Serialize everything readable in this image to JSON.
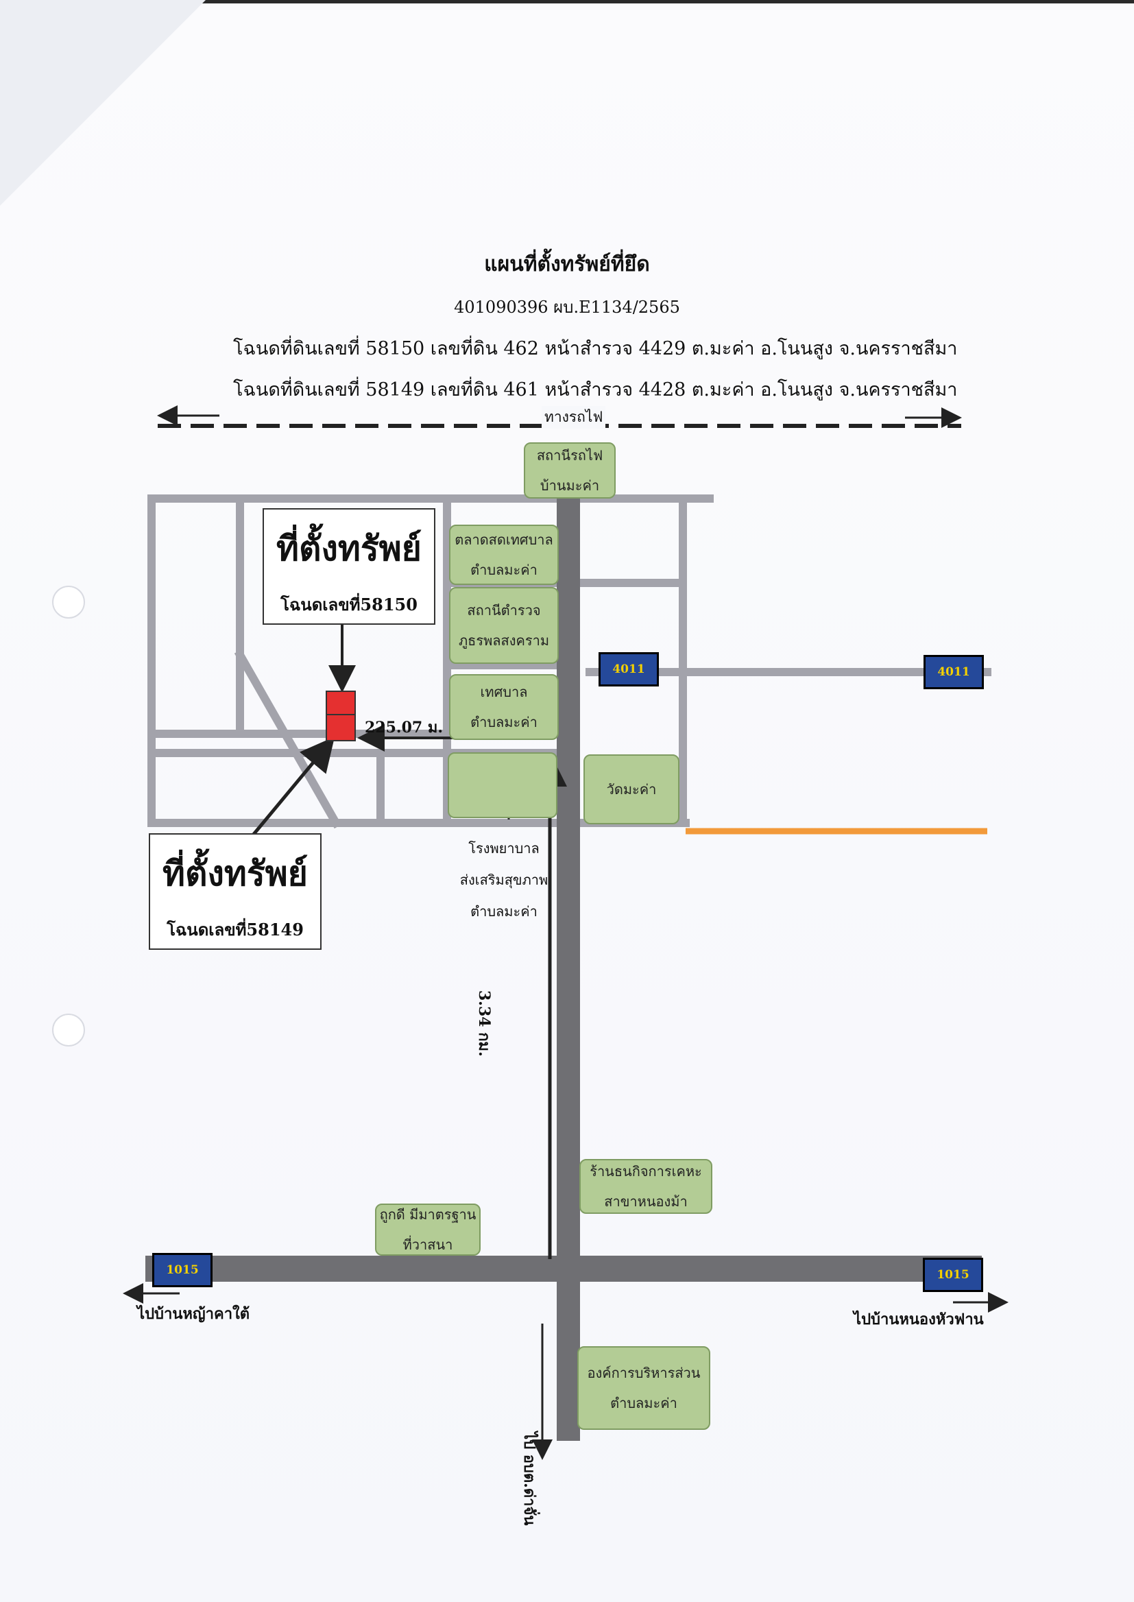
{
  "document": {
    "title": "แผนที่ตั้งทรัพย์ที่ยึด",
    "case_number": "401090396 ผบ.E1134/2565",
    "deed_lines": [
      "โฉนดที่ดินเลขที่ 58150 เลขที่ดิน 462 หน้าสำรวจ 4429 ต.มะค่า อ.โนนสูง จ.นครราชสีมา",
      "โฉนดที่ดินเลขที่ 58149 เลขที่ดิน 461 หน้าสำรวจ 4428 ต.มะค่า อ.โนนสูง จ.นครราชสีมา"
    ]
  },
  "map": {
    "railway_label": "ทางรถไฟ",
    "properties": [
      {
        "title": "ที่ตั้งทรัพย์",
        "deed": "โฉนดเลขที่58150"
      },
      {
        "title": "ที่ตั้งทรัพย์",
        "deed": "โฉนดเลขที่58149"
      }
    ],
    "places": {
      "station": [
        "สถานีรถไฟ",
        "บ้านมะค่า"
      ],
      "market": [
        "ตลาดสดเทศบาล",
        "ตำบลมะค่า"
      ],
      "police": [
        "สถานีตำรวจ",
        "ภูธรพลสงคราม"
      ],
      "municipality": [
        "เทศบาล",
        "ตำบลมะค่า"
      ],
      "temple": [
        "วัดมะค่า"
      ],
      "hospital": [
        "โรงพยาบาล",
        "ส่งเสริมสุขภาพ",
        "ตำบลมะค่า"
      ],
      "shop": [
        "ร้านธนกิจการเคหะ",
        "สาขาหนองม้า"
      ],
      "clinic": [
        "ถูกดี มีมาตรฐาน",
        "ที่วาสนา"
      ],
      "sao": [
        "องค์การบริหารส่วน",
        "ตำบลมะค่า"
      ]
    },
    "distances": {
      "to_property": "225.07 ม.",
      "main_road": "3.34 กม."
    },
    "route_shields": {
      "road_4011": "4011",
      "road_1015": "1015"
    },
    "directions": {
      "west": "ไปบ้านหญ้าคาใต้",
      "east": "ไปบ้านหนองหัวฟาน",
      "south": "ไป อบต.ด่าจั่น"
    },
    "colors": {
      "road": "#a3a3ab",
      "main_road": "#6f6f73",
      "place_fill": "#b3cc95",
      "property_marker": "#e53030",
      "shield": "#25499a",
      "orange_line": "#f29a3a"
    }
  }
}
